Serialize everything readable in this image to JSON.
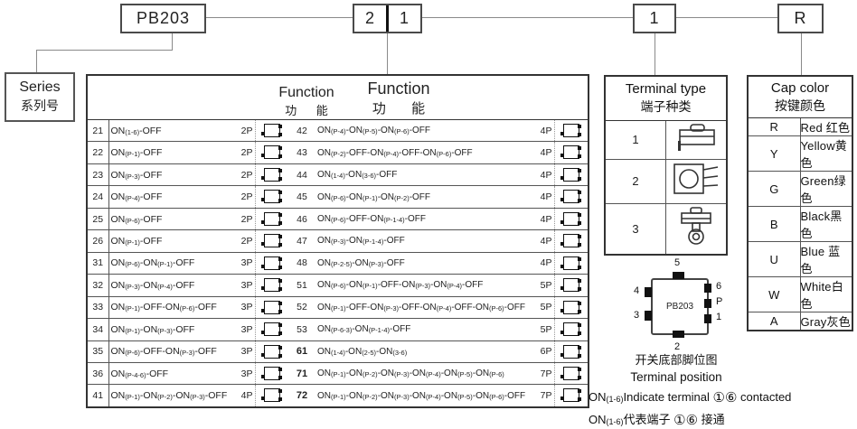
{
  "ink_color": "#111111",
  "line_color": "#8a8a8a",
  "top_code_boxes": {
    "series_code": "PB203",
    "function_code_left": "2",
    "function_code_right": "1",
    "terminal_code": "1",
    "cap_code": "R"
  },
  "series_box": {
    "title_en": "Series",
    "title_zh": "系列号"
  },
  "function_table": {
    "title_en": "Function",
    "title_zh": "功 能",
    "title2_en": "Function",
    "title2_zh": "功 能",
    "row_icon": "pin-diagram-icon",
    "left_rows": [
      {
        "num": "21",
        "text": "ON(1-6)-OFF",
        "poles": "2P"
      },
      {
        "num": "22",
        "text": "ON(P-1)-OFF",
        "poles": "2P"
      },
      {
        "num": "23",
        "text": "ON(P-3)-OFF",
        "poles": "2P"
      },
      {
        "num": "24",
        "text": "ON(P-4)-OFF",
        "poles": "2P"
      },
      {
        "num": "25",
        "text": "ON(P-6)-OFF",
        "poles": "2P"
      },
      {
        "num": "26",
        "text": "ON(P-1)-OFF",
        "poles": "2P"
      },
      {
        "num": "31",
        "text": "ON(P-6)-ON(P-1)-OFF",
        "poles": "3P"
      },
      {
        "num": "32",
        "text": "ON(P-3)-ON(P-4)-OFF",
        "poles": "3P"
      },
      {
        "num": "33",
        "text": "ON(P-1)-OFF-ON(P-6)-OFF",
        "poles": "3P"
      },
      {
        "num": "34",
        "text": "ON(P-1)-ON(P-3)-OFF",
        "poles": "3P"
      },
      {
        "num": "35",
        "text": "ON(P-6)-OFF-ON(P-3)-OFF",
        "poles": "3P"
      },
      {
        "num": "36",
        "text": "ON(P-4-6)-OFF",
        "poles": "3P"
      },
      {
        "num": "41",
        "text": "ON(P-1)-ON(P-2)-ON(P-3)-OFF",
        "poles": "4P"
      }
    ],
    "right_rows": [
      {
        "num": "42",
        "text": "ON(P-4)-ON(P-5)-ON(P-6)-OFF",
        "poles": "4P",
        "bold": false
      },
      {
        "num": "43",
        "text": "ON(P-2)-OFF-ON(P-4)-OFF-ON(P-6)-OFF",
        "poles": "4P",
        "bold": false
      },
      {
        "num": "44",
        "text": "ON(1-4)-ON(3-6)-OFF",
        "poles": "4P",
        "bold": false
      },
      {
        "num": "45",
        "text": "ON(P-6)-ON(P-1)-ON(P-2)-OFF",
        "poles": "4P",
        "bold": false
      },
      {
        "num": "46",
        "text": "ON(P-6)-OFF-ON(P-1-4)-OFF",
        "poles": "4P",
        "bold": false
      },
      {
        "num": "47",
        "text": "ON(P-3)-ON(P-1-4)-OFF",
        "poles": "4P",
        "bold": false
      },
      {
        "num": "48",
        "text": "ON(P-2-5)-ON(P-3)-OFF",
        "poles": "4P",
        "bold": false
      },
      {
        "num": "51",
        "text": "ON(P-6)-ON(P-1)-OFF-ON(P-3)-ON(P-4)-OFF",
        "poles": "5P",
        "bold": false
      },
      {
        "num": "52",
        "text": "ON(P-1)-OFF-ON(P-3)-OFF-ON(P-4)-OFF-ON(P-6)-OFF",
        "poles": "5P",
        "bold": false
      },
      {
        "num": "53",
        "text": "ON(P-6-3)-ON(P-1-4)-OFF",
        "poles": "5P",
        "bold": false
      },
      {
        "num": "61",
        "text": "ON(1-4)-ON(2-5)-ON(3-6)",
        "poles": "6P",
        "bold": true
      },
      {
        "num": "71",
        "text": "ON(P-1)-ON(P-2)-ON(P-3)-ON(P-4)-ON(P-5)-ON(P-6)",
        "poles": "7P",
        "bold": true
      },
      {
        "num": "72",
        "text": "ON(P-1)-ON(P-2)-ON(P-3)-ON(P-4)-ON(P-5)-ON(P-6)-OFF",
        "poles": "7P",
        "bold": true
      }
    ]
  },
  "terminal_type": {
    "title_en": "Terminal type",
    "title_zh": "端子种类",
    "rows": [
      {
        "code": "1",
        "icon": "switch-side-view-icon"
      },
      {
        "code": "2",
        "icon": "switch-front-pins-icon"
      },
      {
        "code": "3",
        "icon": "switch-lug-terminal-icon"
      }
    ]
  },
  "cap_color": {
    "title_en": "Cap color",
    "title_zh": "按键颜色",
    "rows": [
      {
        "code": "R",
        "label": "Red 红色"
      },
      {
        "code": "Y",
        "label": "Yellow黄色"
      },
      {
        "code": "G",
        "label": "Green绿色"
      },
      {
        "code": "B",
        "label": "Black黑色"
      },
      {
        "code": "U",
        "label": "Blue 蓝色"
      },
      {
        "code": "W",
        "label": "White白色"
      },
      {
        "code": "A",
        "label": "Gray灰色"
      }
    ]
  },
  "footprint": {
    "chip_label": "PB203",
    "pin_top": "5",
    "pin_bottom": "2",
    "pin_left_1": "4",
    "pin_left_2": "3",
    "pin_right_1": "6",
    "pin_right_2": "P",
    "pin_right_3": "1",
    "caption_zh": "开关底部脚位图",
    "caption_en": "Terminal position",
    "note_en": "ON(1-6)Indicate terminal ①⑥ contacted",
    "note_zh": "ON(1-6)代表端子 ①⑥ 接通"
  }
}
